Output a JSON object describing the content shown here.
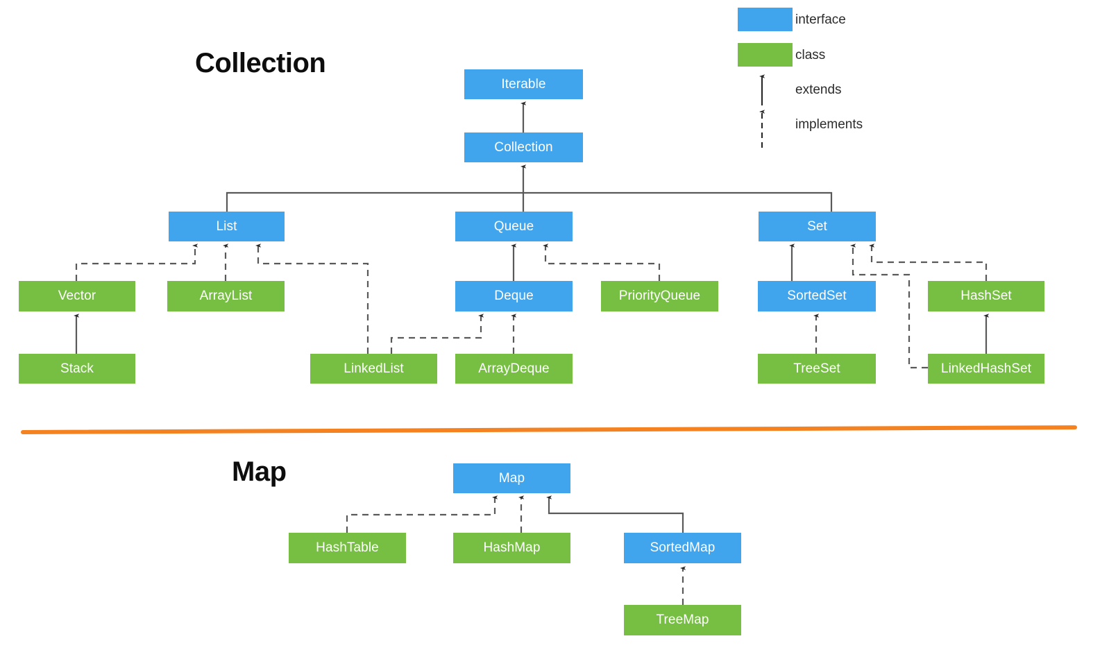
{
  "sections": {
    "collection_title": "Collection",
    "map_title": "Map"
  },
  "legend": {
    "interface_label": "interface",
    "class_label": "class",
    "extends_label": "extends",
    "implements_label": "implements",
    "interface_color": "#41A5EE",
    "class_color": "#76BF43",
    "arrow_color": "#2b2b2b"
  },
  "divider": {
    "color": "#F58220"
  },
  "nodes": {
    "iterable": {
      "label": "Iterable",
      "kind": "interface"
    },
    "collection": {
      "label": "Collection",
      "kind": "interface"
    },
    "list": {
      "label": "List",
      "kind": "interface"
    },
    "queue": {
      "label": "Queue",
      "kind": "interface"
    },
    "set": {
      "label": "Set",
      "kind": "interface"
    },
    "vector": {
      "label": "Vector",
      "kind": "class"
    },
    "arraylist": {
      "label": "ArrayList",
      "kind": "class"
    },
    "deque": {
      "label": "Deque",
      "kind": "interface"
    },
    "priorityqueue": {
      "label": "PriorityQueue",
      "kind": "class"
    },
    "sortedset": {
      "label": "SortedSet",
      "kind": "interface"
    },
    "hashset": {
      "label": "HashSet",
      "kind": "class"
    },
    "stack": {
      "label": "Stack",
      "kind": "class"
    },
    "linkedlist": {
      "label": "LinkedList",
      "kind": "class"
    },
    "arraydeque": {
      "label": "ArrayDeque",
      "kind": "class"
    },
    "treeset": {
      "label": "TreeSet",
      "kind": "class"
    },
    "linkedhashset": {
      "label": "LinkedHashSet",
      "kind": "class"
    },
    "map": {
      "label": "Map",
      "kind": "interface"
    },
    "hashtable": {
      "label": "HashTable",
      "kind": "class"
    },
    "hashmap": {
      "label": "HashMap",
      "kind": "class"
    },
    "sortedmap": {
      "label": "SortedMap",
      "kind": "interface"
    },
    "treemap": {
      "label": "TreeMap",
      "kind": "class"
    }
  },
  "relations": [
    {
      "from": "collection",
      "to": "iterable",
      "type": "extends"
    },
    {
      "from": "list",
      "to": "collection",
      "type": "extends"
    },
    {
      "from": "queue",
      "to": "collection",
      "type": "extends"
    },
    {
      "from": "set",
      "to": "collection",
      "type": "extends"
    },
    {
      "from": "vector",
      "to": "list",
      "type": "implements"
    },
    {
      "from": "arraylist",
      "to": "list",
      "type": "implements"
    },
    {
      "from": "linkedlist",
      "to": "list",
      "type": "implements"
    },
    {
      "from": "stack",
      "to": "vector",
      "type": "extends"
    },
    {
      "from": "deque",
      "to": "queue",
      "type": "extends"
    },
    {
      "from": "priorityqueue",
      "to": "queue",
      "type": "implements"
    },
    {
      "from": "linkedlist",
      "to": "deque",
      "type": "implements"
    },
    {
      "from": "arraydeque",
      "to": "deque",
      "type": "implements"
    },
    {
      "from": "sortedset",
      "to": "set",
      "type": "extends"
    },
    {
      "from": "treeset",
      "to": "sortedset",
      "type": "implements"
    },
    {
      "from": "hashset",
      "to": "set",
      "type": "implements"
    },
    {
      "from": "linkedhashset",
      "to": "set",
      "type": "implements"
    },
    {
      "from": "linkedhashset",
      "to": "hashset",
      "type": "extends"
    },
    {
      "from": "hashtable",
      "to": "map",
      "type": "implements"
    },
    {
      "from": "hashmap",
      "to": "map",
      "type": "implements"
    },
    {
      "from": "sortedmap",
      "to": "map",
      "type": "extends"
    },
    {
      "from": "treemap",
      "to": "sortedmap",
      "type": "implements"
    }
  ]
}
